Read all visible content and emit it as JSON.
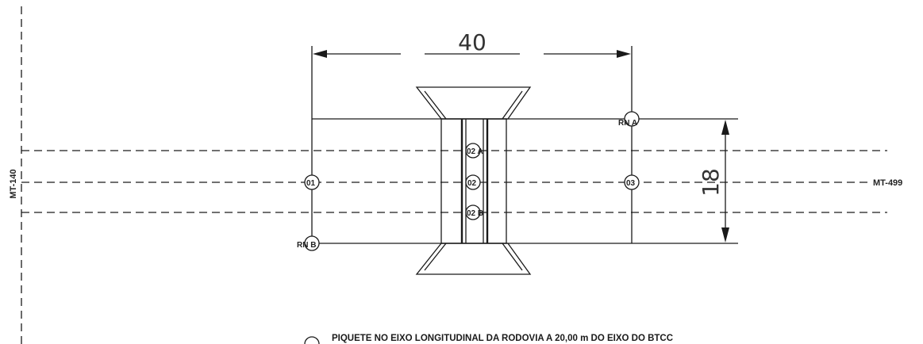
{
  "dimensions": {
    "width_label": "40",
    "height_label": "18"
  },
  "roads": {
    "left_label": "MT-140",
    "right_label": "MT-499"
  },
  "points": {
    "p01": "01",
    "p02": "02",
    "p02a": "02 A",
    "p02b": "02 B",
    "p03": "03",
    "rna": "RN A",
    "rnb": "RN B"
  },
  "legend": {
    "text": "PIQUETE NO EIXO LONGITUDINAL DA RODOVIA A 20,00 m DO EIXO DO BTCC"
  },
  "colors": {
    "line": "#1a1a1a",
    "background": "#ffffff"
  }
}
